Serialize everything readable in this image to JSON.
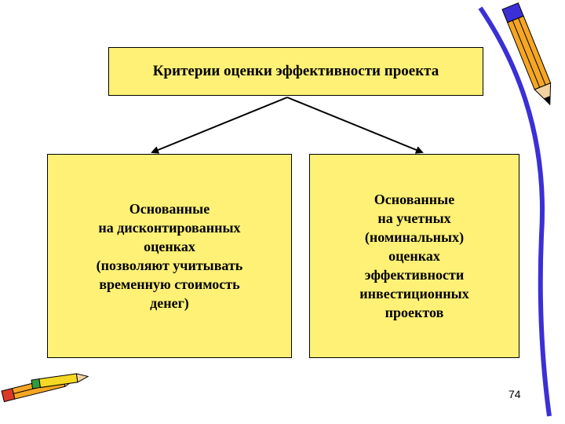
{
  "diagram": {
    "root": {
      "label": "Критерии оценки эффективности проекта"
    },
    "children": [
      {
        "label": "Основанные\nна дисконтированных\nоценках\n(позволяют учитывать\nвременную стоимость\nденег)"
      },
      {
        "label": "Основанные\nна учетных\n(номинальных)\nоценках\nэффективности\nинвестиционных\nпроектов"
      }
    ]
  },
  "page_number": "74",
  "colors": {
    "box_fill": "#fff176",
    "box_border": "#000000",
    "pencil_blue": "#3b2fd6",
    "pencil_orange": "#f5a623",
    "pencil_red": "#d93a26"
  },
  "icons": {
    "top_right": "pencil-icon",
    "bottom_left": "pencils-icon"
  }
}
